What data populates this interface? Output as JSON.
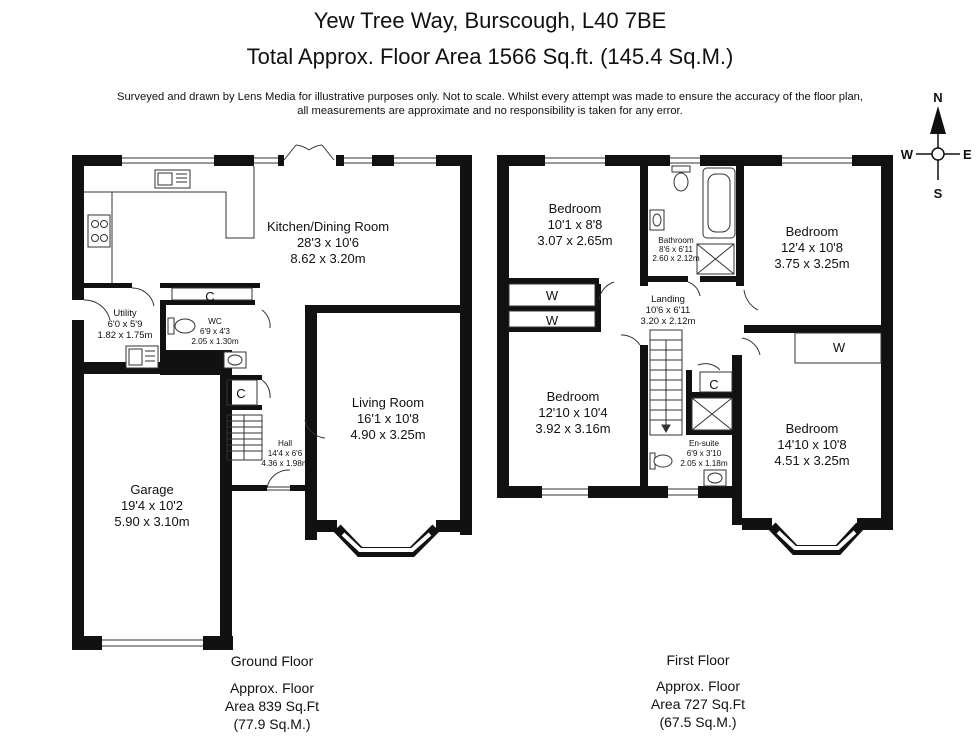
{
  "header": {
    "title": "Yew Tree Way, Burscough, L40 7BE",
    "subtitle": "Total Approx. Floor Area 1566 Sq.ft. (145.4 Sq.M.)",
    "disclaimer_line1": "Surveyed and drawn by Lens Media for illustrative purposes only. Not to scale. Whilst every attempt was made to ensure the accuracy of the floor plan,",
    "disclaimer_line2": "all measurements are approximate and no responsibility is taken for any error."
  },
  "compass": {
    "n": "N",
    "s": "S",
    "e": "E",
    "w": "W"
  },
  "ground_floor": {
    "caption": "Ground Floor",
    "area_l1": "Approx. Floor",
    "area_l2": "Area 839 Sq.Ft",
    "area_l3": "(77.9 Sq.M.)",
    "rooms": {
      "kitchen": {
        "name": "Kitchen/Dining Room",
        "imperial": "28'3 x 10'6",
        "metric": "8.62 x 3.20m"
      },
      "utility": {
        "name": "Utility",
        "imperial": "6'0 x 5'9",
        "metric": "1.82 x 1.75m"
      },
      "wc": {
        "name": "WC",
        "imperial": "6'9 x 4'3",
        "metric": "2.05 x 1.30m"
      },
      "living": {
        "name": "Living Room",
        "imperial": "16'1 x 10'8",
        "metric": "4.90 x 3.25m"
      },
      "hall": {
        "name": "Hall",
        "imperial": "14'4 x 6'6",
        "metric": "4.36 x 1.98m"
      },
      "garage": {
        "name": "Garage",
        "imperial": "19'4 x 10'2",
        "metric": "5.90 x 3.10m"
      }
    },
    "cupboards": {
      "c1": "C",
      "c2": "C"
    }
  },
  "first_floor": {
    "caption": "First Floor",
    "area_l1": "Approx. Floor",
    "area_l2": "Area 727 Sq.Ft",
    "area_l3": "(67.5 Sq.M.)",
    "rooms": {
      "bed_tl": {
        "name": "Bedroom",
        "imperial": "10'1 x 8'8",
        "metric": "3.07 x 2.65m"
      },
      "bathroom": {
        "name": "Bathroom",
        "imperial": "8'6 x 6'11",
        "metric": "2.60 x 2.12m"
      },
      "bed_tr": {
        "name": "Bedroom",
        "imperial": "12'4 x 10'8",
        "metric": "3.75 x 3.25m"
      },
      "landing": {
        "name": "Landing",
        "imperial": "10'6 x 6'11",
        "metric": "3.20 x 2.12m"
      },
      "bed_bl": {
        "name": "Bedroom",
        "imperial": "12'10 x 10'4",
        "metric": "3.92 x 3.16m"
      },
      "ensuite": {
        "name": "En-suite",
        "imperial": "6'9 x 3'10",
        "metric": "2.05 x 1.18m"
      },
      "bed_br": {
        "name": "Bedroom",
        "imperial": "14'10 x 10'8",
        "metric": "4.51 x 3.25m"
      }
    },
    "wardrobes": {
      "w1": "W",
      "w2": "W",
      "w3": "W"
    },
    "cupboards": {
      "c1": "C"
    }
  },
  "colors": {
    "wall": "#111111",
    "line": "#333333",
    "fixture": "#555555"
  }
}
